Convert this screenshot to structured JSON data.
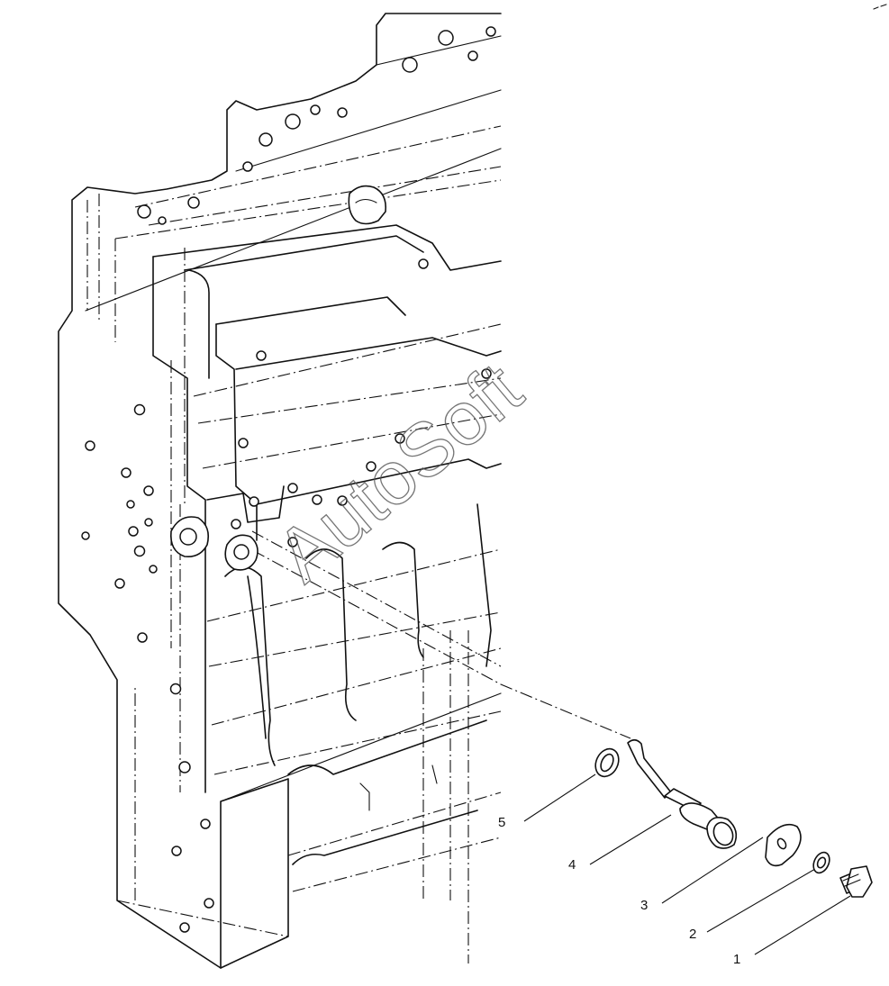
{
  "diagram": {
    "watermark": "AutoSoft",
    "callouts": [
      {
        "label": "1",
        "part": "bolt"
      },
      {
        "label": "2",
        "part": "washer"
      },
      {
        "label": "3",
        "part": "flange-plate"
      },
      {
        "label": "4",
        "part": "oil-cooler-nozzle"
      },
      {
        "label": "5",
        "part": "sealing-ring"
      }
    ],
    "colors": {
      "line": "#111111",
      "background": "#ffffff",
      "watermark": "#555555"
    }
  }
}
